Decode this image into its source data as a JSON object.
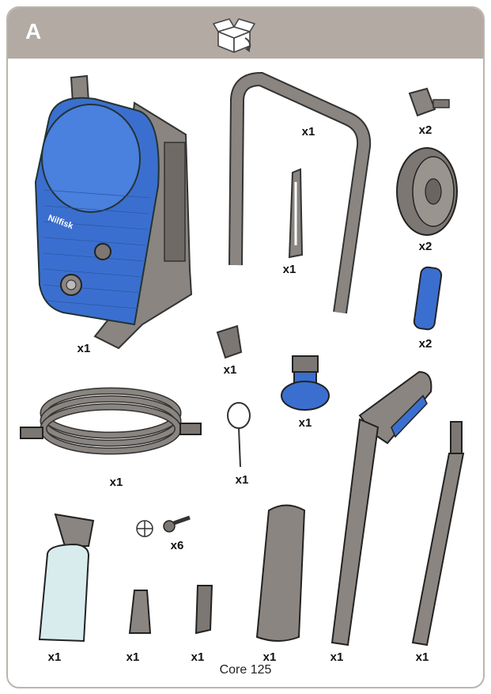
{
  "header": {
    "section_letter": "A",
    "icon": "open-box-icon"
  },
  "colors": {
    "header_bg": "#b3aaa3",
    "frame_gray": "#8a8580",
    "part_gray": "#7c7772",
    "brand_blue": "#3b6fcf",
    "border": "#bdb5ad"
  },
  "brand_text": "Nilfisk",
  "parts": [
    {
      "name": "pressure-washer-body",
      "icon": "pressure-washer-icon",
      "qty": "x1"
    },
    {
      "name": "handle",
      "icon": "handle-icon",
      "qty": "x1"
    },
    {
      "name": "wheel-axle",
      "icon": "axle-pin-icon",
      "qty": "x2"
    },
    {
      "name": "wheel",
      "icon": "wheel-icon",
      "qty": "x2"
    },
    {
      "name": "hose-hook",
      "icon": "hook-icon",
      "qty": "x1"
    },
    {
      "name": "side-clip",
      "icon": "blue-clip-icon",
      "qty": "x2"
    },
    {
      "name": "cable-holder",
      "icon": "holder-icon",
      "qty": "x1"
    },
    {
      "name": "water-connector",
      "icon": "connector-icon",
      "qty": "x1"
    },
    {
      "name": "high-pressure-hose",
      "icon": "hose-icon",
      "qty": "x1"
    },
    {
      "name": "nozzle-cleaning-pin",
      "icon": "needle-icon",
      "qty": "x1"
    },
    {
      "name": "spray-gun",
      "icon": "spray-gun-icon",
      "qty": "x1"
    },
    {
      "name": "spray-lance",
      "icon": "lance-icon",
      "qty": "x1"
    },
    {
      "name": "foam-sprayer-bottle",
      "icon": "bottle-icon",
      "qty": "x1"
    },
    {
      "name": "screws",
      "icon": "screw-icon",
      "qty": "x6"
    },
    {
      "name": "nozzle-1",
      "icon": "nozzle-icon",
      "qty": "x1"
    },
    {
      "name": "nozzle-2",
      "icon": "nozzle-icon",
      "qty": "x1"
    },
    {
      "name": "accessory-holder",
      "icon": "accessory-holder-icon",
      "qty": "x1"
    }
  ],
  "footer": {
    "model": "Core 125"
  }
}
